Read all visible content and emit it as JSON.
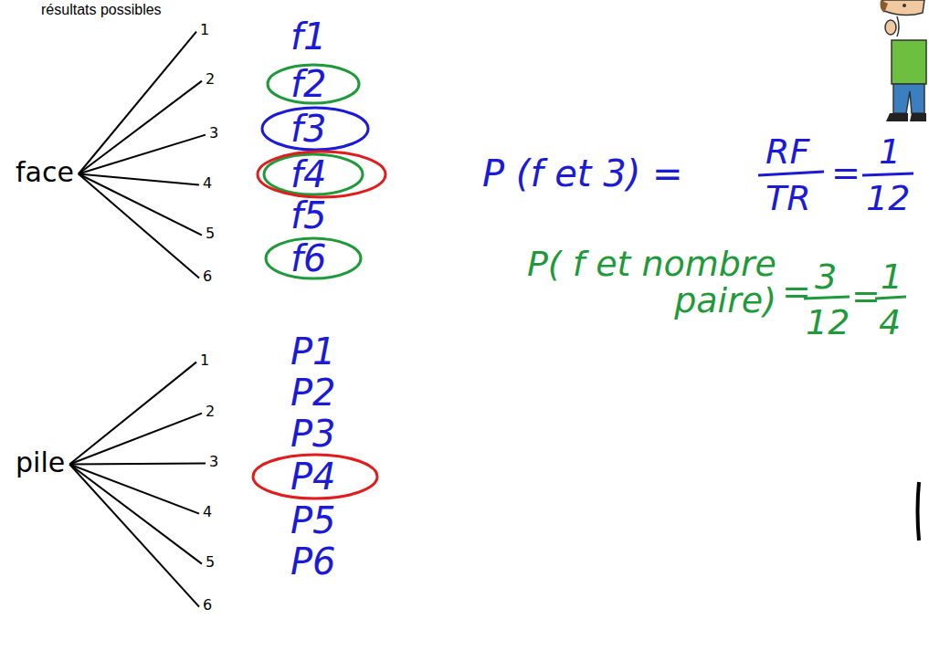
{
  "diagram": {
    "nodes": [
      {
        "text": [
          "face"
        ]
      },
      {
        "text": [
          "1"
        ]
      },
      {
        "text": [
          "2"
        ]
      },
      {
        "text": [
          "3"
        ]
      },
      {
        "text": [
          "4"
        ]
      },
      {
        "text": [
          "5"
        ]
      },
      {
        "text": [
          "6"
        ]
      },
      {
        "text": [
          "pile"
        ]
      },
      {
        "text": [
          "1"
        ]
      },
      {
        "text": [
          "2"
        ]
      },
      {
        "text": [
          "3"
        ]
      },
      {
        "text": [
          "4"
        ]
      },
      {
        "text": [
          "5"
        ]
      },
      {
        "text": [
          "6"
        ]
      }
    ],
    "edges": [
      {
        "from": 0,
        "to": 1,
        "arrow": "none"
      },
      {
        "from": 0,
        "to": 2,
        "arrow": "none"
      },
      {
        "from": 0,
        "to": 3,
        "arrow": "none"
      },
      {
        "from": 0,
        "to": 4,
        "arrow": "none"
      },
      {
        "from": 0,
        "to": 5,
        "arrow": "none"
      },
      {
        "from": 0,
        "to": 6,
        "arrow": "none"
      },
      {
        "from": 7,
        "to": 8,
        "arrow": "none"
      },
      {
        "from": 7,
        "to": 9,
        "arrow": "none"
      },
      {
        "from": 7,
        "to": 10,
        "arrow": "none"
      },
      {
        "from": 7,
        "to": 11,
        "arrow": "none"
      },
      {
        "from": 7,
        "to": 12,
        "arrow": "none"
      },
      {
        "from": 7,
        "to": 13,
        "arrow": "none"
      }
    ],
    "labels": [
      "résultats possibles",
      "f1",
      "f2",
      "f3",
      "f4",
      "f5",
      "f6",
      "P1",
      "P2",
      "P3",
      "P4",
      "P5",
      "P6",
      "P (f et 3) =",
      "RF",
      "TR",
      "=",
      "1",
      "12",
      "P( f et nombre paire)",
      "=",
      "3",
      "12",
      "=",
      "1",
      "4"
    ]
  }
}
